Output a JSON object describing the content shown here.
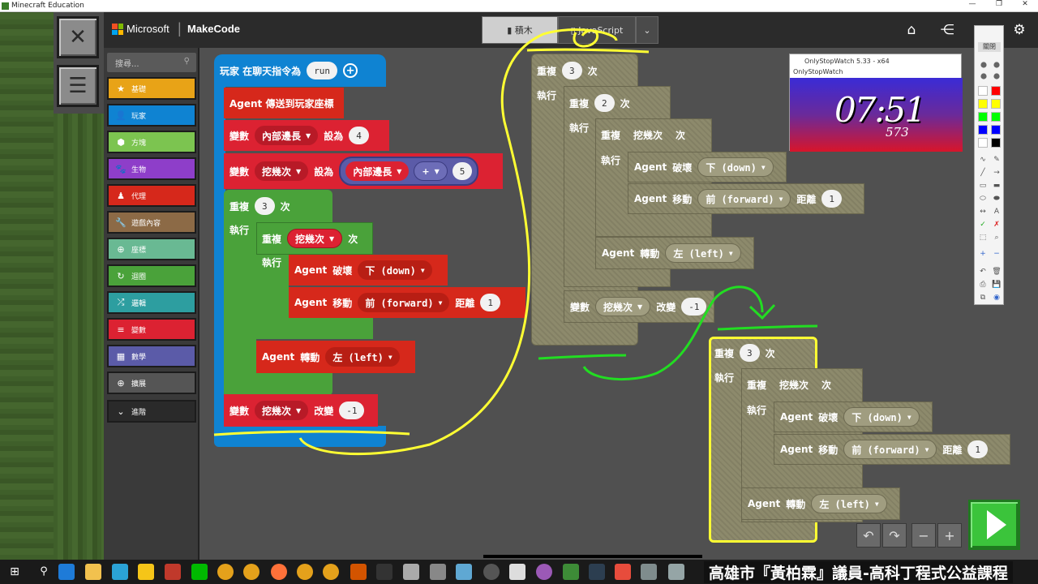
{
  "window": {
    "title": "Minecraft Education",
    "controls": [
      "—",
      "❐",
      "✕"
    ]
  },
  "side_buttons": {
    "close_glyph": "✕",
    "menu_glyph": "☰"
  },
  "header": {
    "brand_microsoft": "Microsoft",
    "brand_makecode": "MakeCode",
    "tabs": [
      {
        "label": "積木"
      },
      {
        "label": "JavaScript"
      }
    ],
    "dropdown_glyph": "⌄",
    "icons": [
      "home-icon",
      "share-icon",
      "settings-icon"
    ]
  },
  "toolbox": {
    "search_placeholder": "搜尋...",
    "categories": [
      {
        "label": "基礎",
        "icon": "★",
        "color": "#e8a317"
      },
      {
        "label": "玩家",
        "icon": "👤",
        "color": "#0f83d2"
      },
      {
        "label": "方塊",
        "icon": "⬢",
        "color": "#7cc450"
      },
      {
        "label": "生物",
        "icon": "🐾",
        "color": "#8e3ec9"
      },
      {
        "label": "代理",
        "icon": "♟",
        "color": "#d6281b"
      },
      {
        "label": "遊戲內容",
        "icon": "🔧",
        "color": "#8c6a46"
      },
      {
        "label": "座標",
        "icon": "⊕",
        "color": "#69b993"
      },
      {
        "label": "迴圈",
        "icon": "↻",
        "color": "#4aa23a"
      },
      {
        "label": "邏輯",
        "icon": "⤮",
        "color": "#2d9ea0"
      },
      {
        "label": "變數",
        "icon": "≡",
        "color": "#dc2232"
      },
      {
        "label": "數學",
        "icon": "▦",
        "color": "#5b5ba8"
      },
      {
        "label": "擴展",
        "icon": "⊕",
        "color": "#555555"
      },
      {
        "label": "進階",
        "icon": "⌄",
        "color": "#2a2a2a"
      }
    ]
  },
  "program": {
    "event_label": "玩家 在聊天指令為",
    "event_arg": "run",
    "agent_tp": "Agent 傳送到玩家座標",
    "set_label": "變數",
    "set_var1": "內部邊長",
    "set_word": "設為",
    "set_val1": "4",
    "set_var2": "挖幾次",
    "op": "+",
    "op_val": "5",
    "repeat_label": "重複",
    "repeat_count": "3",
    "times": "次",
    "do_label": "執行",
    "inner_repeat_var": "挖幾次",
    "agent": "Agent",
    "destroy": "破壞",
    "dir_down": "下 (down)",
    "move": "移動",
    "dir_forward": "前 (forward)",
    "distance": "距離",
    "dist_val": "1",
    "turn": "轉動",
    "dir_left": "左 (left)",
    "change": "改變",
    "change_val": "-1",
    "ghost_repeat2": "2"
  },
  "stopwatch": {
    "title": "OnlyStopWatch 5.33 - x64",
    "subtitle": "OnlyStopWatch",
    "time": "07:51",
    "millis": "573"
  },
  "draw_palette": {
    "tab": "關閉",
    "colors": [
      "#ffffff",
      "#ff0000",
      "#ffff00",
      "#ffff00",
      "#00ff00",
      "#00ff00",
      "#0000ff",
      "#0000ff",
      "#ffffff",
      "#000000"
    ]
  },
  "caption": "高雄市『黃柏霖』議員-高科丁程式公益課程"
}
